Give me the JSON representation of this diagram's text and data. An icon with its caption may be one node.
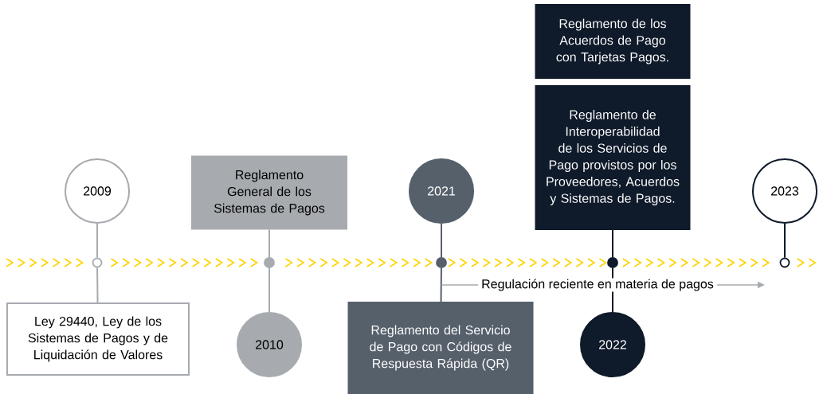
{
  "diagram": {
    "nodes": [
      {
        "text": [
          "2009"
        ]
      },
      {
        "text": [],
        "shape": "circle"
      },
      {
        "text": [
          "Ley 29440, Ley de los Sistemas de Pagos y de Liquidación de Valores"
        ]
      },
      {
        "text": [
          "Reglamento General de los Sistemas de Pagos"
        ]
      },
      {
        "text": [],
        "shape": "circle"
      },
      {
        "text": [
          "2010"
        ]
      },
      {
        "text": [
          "2021"
        ]
      },
      {
        "text": [],
        "shape": "circle"
      },
      {
        "text": [
          "Reglamento del Servicio de Pago con Códigos de Respuesta Rápida (QR)"
        ]
      },
      {
        "text": [
          "Reglamento de los Acuerdos de Pago con Tarjetas Pagos."
        ]
      },
      {
        "text": [
          "Reglamento de Interoperabilidad de los Servicios de Pago provistos por los Proveedores, Acuerdos y Sistemas de Pagos."
        ]
      },
      {
        "text": [],
        "shape": "circle"
      },
      {
        "text": [
          "2022"
        ]
      },
      {
        "text": [
          "2023"
        ]
      },
      {
        "text": [],
        "shape": "circle"
      }
    ],
    "edges": [
      {
        "from": 0,
        "to": 1,
        "arrow": "none",
        "color": "#a7abb0"
      },
      {
        "from": 1,
        "to": 2,
        "arrow": "none",
        "color": "#a7abb0"
      },
      {
        "from": 3,
        "to": 4,
        "arrow": "none",
        "color": "#a7abb0"
      },
      {
        "from": 4,
        "to": 5,
        "arrow": "none",
        "color": "#a7abb0"
      },
      {
        "from": 6,
        "to": 7,
        "arrow": "none",
        "color": "#56606b"
      },
      {
        "from": 7,
        "to": 8,
        "arrow": "none",
        "color": "#56606b"
      },
      {
        "from": 10,
        "to": 11,
        "arrow": "none",
        "color": "#0f1a2a"
      },
      {
        "from": 11,
        "to": 12,
        "arrow": "none",
        "color": "#0f1a2a"
      },
      {
        "from": 13,
        "to": 14,
        "arrow": "none",
        "color": "#0f1a2a"
      }
    ],
    "labels": [
      "Regulación reciente en materia de pagos"
    ]
  }
}
